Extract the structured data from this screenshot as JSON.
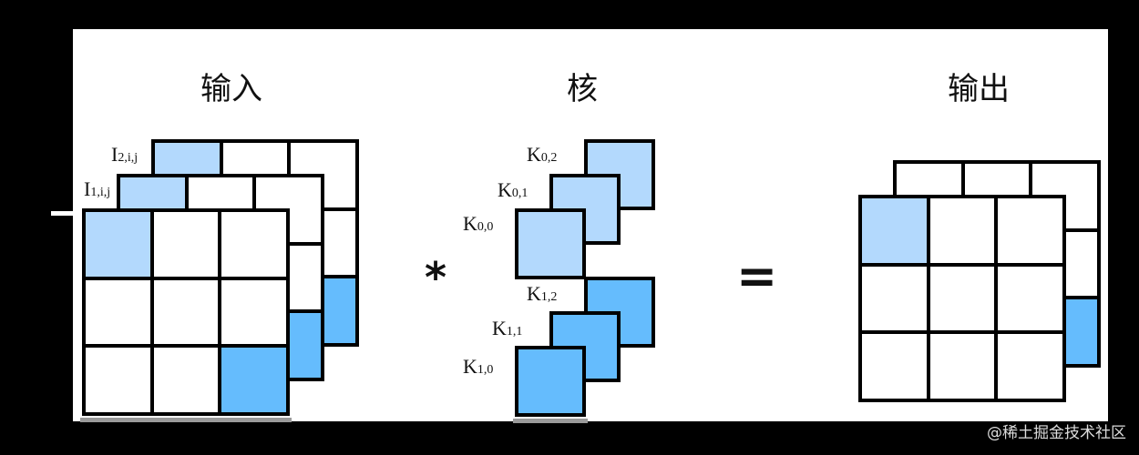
{
  "titles": {
    "input": "输入",
    "kernel": "核",
    "output": "输出"
  },
  "operators": {
    "convolve": "*",
    "equals": "="
  },
  "input_labels": {
    "layer2": "I",
    "layer2_sub": "2,i,j",
    "layer1": "I",
    "layer1_sub": "1,i,j"
  },
  "kernel_labels": {
    "k02": "K",
    "k02_sub": "0,2",
    "k01": "K",
    "k01_sub": "0,1",
    "k00": "K",
    "k00_sub": "0,0",
    "k12": "K",
    "k12_sub": "1,2",
    "k11": "K",
    "k11_sub": "1,1",
    "k10": "K",
    "k10_sub": "1,0"
  },
  "colors": {
    "light_blue": "#b3d9fd",
    "dark_blue": "#65bcfd",
    "background": "#000000",
    "panel": "#ffffff"
  },
  "watermark": "@稀土掘金技术社区"
}
